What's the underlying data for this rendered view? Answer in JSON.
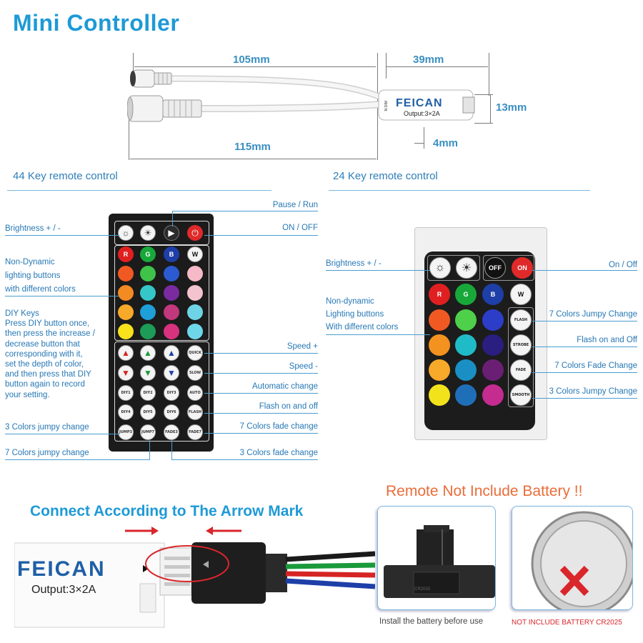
{
  "title": "Mini Controller",
  "dims": {
    "d105": "105mm",
    "d39": "39mm",
    "d13": "13mm",
    "d115": "115mm",
    "d4": "4mm"
  },
  "controller": {
    "brand": "FEICAN",
    "output": "Output:3×2A",
    "side_label": "N·DIM"
  },
  "remote44": {
    "heading": "44 Key remote control",
    "labels": {
      "brightness": "Brightness + / -",
      "pause_run": "Pause / Run",
      "on_off": "ON / OFF",
      "non_dynamic_1": "Non-Dynamic",
      "non_dynamic_2": "lighting buttons",
      "non_dynamic_3": "with different colors",
      "diy": "DIY Keys\nPress DIY button once,\nthen press the increase /\ndecrease button that\ncorresponding with it,\nset the depth of color,\nand then press that DIY\nbutton again to record\nyour setting.",
      "speed_up": "Speed +",
      "speed_down": "Speed -",
      "auto": "Automatic change",
      "flash": "Flash on and off",
      "jumpy3": "3 Colors jumpy change",
      "fade7": "7 Colors fade change",
      "jumpy7": "7 Colors jumpy change",
      "fade3": "3 Colors fade change"
    },
    "keys": {
      "quick": "QUICK",
      "slow": "SLOW",
      "auto": "AUTO",
      "flash": "FLASH",
      "diy1": "DIY1",
      "diy2": "DIY2",
      "diy3": "DIY3",
      "diy4": "DIY4",
      "diy5": "DIY5",
      "diy6": "DIY6",
      "jump3": "JUMP3",
      "jump7": "JUMP7",
      "fade3": "FADE3",
      "fade7": "FADE7",
      "r": "R",
      "g": "G",
      "b": "B",
      "w": "W"
    }
  },
  "remote24": {
    "heading": "24 Key remote control",
    "labels": {
      "brightness": "Brightness + / -",
      "on_off": "On / Off",
      "non_dynamic_1": "Non-dynamic",
      "non_dynamic_2": "Lighting buttons",
      "non_dynamic_3": "With different colors",
      "jumpy7": "7 Colors Jumpy Change",
      "flash": "Flash on and Off",
      "fade7": "7 Colors Fade Change",
      "jumpy3": "3 Colors Jumpy Change"
    },
    "keys": {
      "off": "OFF",
      "on": "ON",
      "r": "R",
      "g": "G",
      "b": "B",
      "w": "W",
      "flash": "FLASH",
      "strobe": "STROBE",
      "fade": "FADE",
      "smooth": "SMOOTH"
    }
  },
  "connect": {
    "title": "Connect According to The Arrow Mark",
    "brand": "FEICAN",
    "output": "Output:3×2A"
  },
  "battery": {
    "title": "Remote Not Include Battery !!",
    "caption_left": "Install the battery before use",
    "caption_right": "NOT INCLUDE BATTERY CR2025",
    "slot_text": "CR2025"
  },
  "colors": {
    "accent_blue": "#1e9ad6",
    "label_blue": "#2778b5",
    "warning_orange": "#ea6d3a",
    "warning_red": "#d9262b"
  }
}
